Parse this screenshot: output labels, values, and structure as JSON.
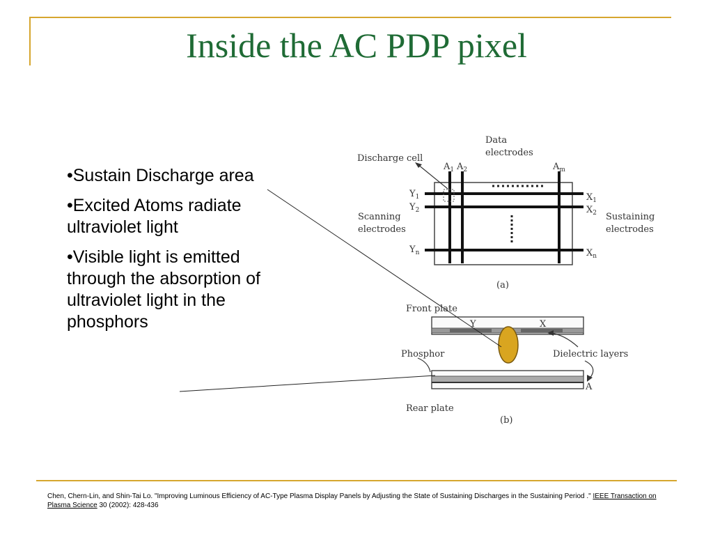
{
  "slide": {
    "title": "Inside the AC PDP pixel",
    "bullets": [
      "•Sustain Discharge area",
      "•Excited Atoms radiate ultraviolet light",
      "•Visible light is emitted through the absorption of ultraviolet light in the phosphors"
    ]
  },
  "diagram": {
    "labels": {
      "data_electrodes_line1": "Data",
      "data_electrodes_line2": "electrodes",
      "discharge_cell": "Discharge cell",
      "a1": "A",
      "a1_sub": "1",
      "a2": "A",
      "a2_sub": "2",
      "am": "A",
      "am_sub": "m",
      "y1": "Y",
      "y1_sub": "1",
      "y2": "Y",
      "y2_sub": "2",
      "yn": "Y",
      "yn_sub": "n",
      "x1": "X",
      "x1_sub": "1",
      "x2": "X",
      "x2_sub": "2",
      "xn": "X",
      "xn_sub": "n",
      "scanning_line1": "Scanning",
      "scanning_line2": "electrodes",
      "sustaining_line1": "Sustaining",
      "sustaining_line2": "electrodes",
      "caption_a": "(a)",
      "front_plate": "Front plate",
      "y_electrode": "Y",
      "x_electrode": "X",
      "phosphor": "Phosphor",
      "dielectric_layers": "Dielectric layers",
      "a_electrode": "A",
      "rear_plate": "Rear plate",
      "caption_b": "(b)"
    }
  },
  "citation": {
    "text": "Chen, Chern-Lin, and Shin-Tai Lo. \"Improving Luminous Efficiency of AC-Type Plasma Display Panels by Adjusting the State of Sustaining Discharges in the Sustaining Period .\"",
    "journal": "IEEE Transaction on Plasma Science",
    "details": "30 (2002): 428-436"
  },
  "colors": {
    "title": "#1f6b35",
    "accent_rule": "#d6a62e",
    "discharge_ellipse": "#d9a520"
  }
}
